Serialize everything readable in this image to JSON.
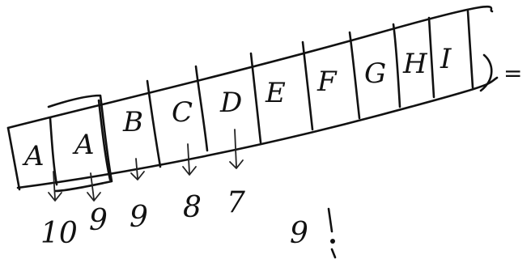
{
  "cells": [
    "A",
    "A",
    "B",
    "C",
    "D",
    "E",
    "F",
    "G",
    "H",
    "I"
  ],
  "indices": [
    "10",
    "9",
    "9",
    "8",
    "7"
  ],
  "side_note": "9",
  "trailing_mark": "=",
  "ink_color": "#111111"
}
